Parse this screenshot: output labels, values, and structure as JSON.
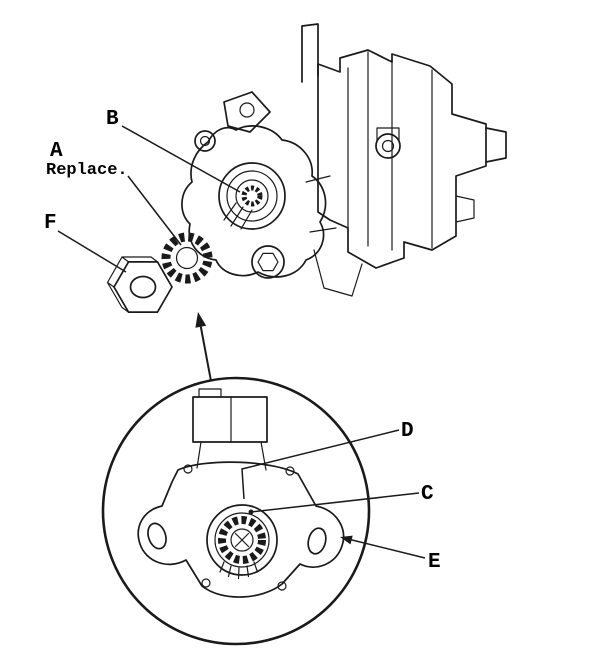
{
  "figure": {
    "labels": {
      "a": "A",
      "a_note": "Replace.",
      "b": "B",
      "c": "C",
      "d": "D",
      "e": "E",
      "f": "F"
    },
    "colors": {
      "line": "#1a1a1a",
      "background": "#ffffff"
    }
  }
}
